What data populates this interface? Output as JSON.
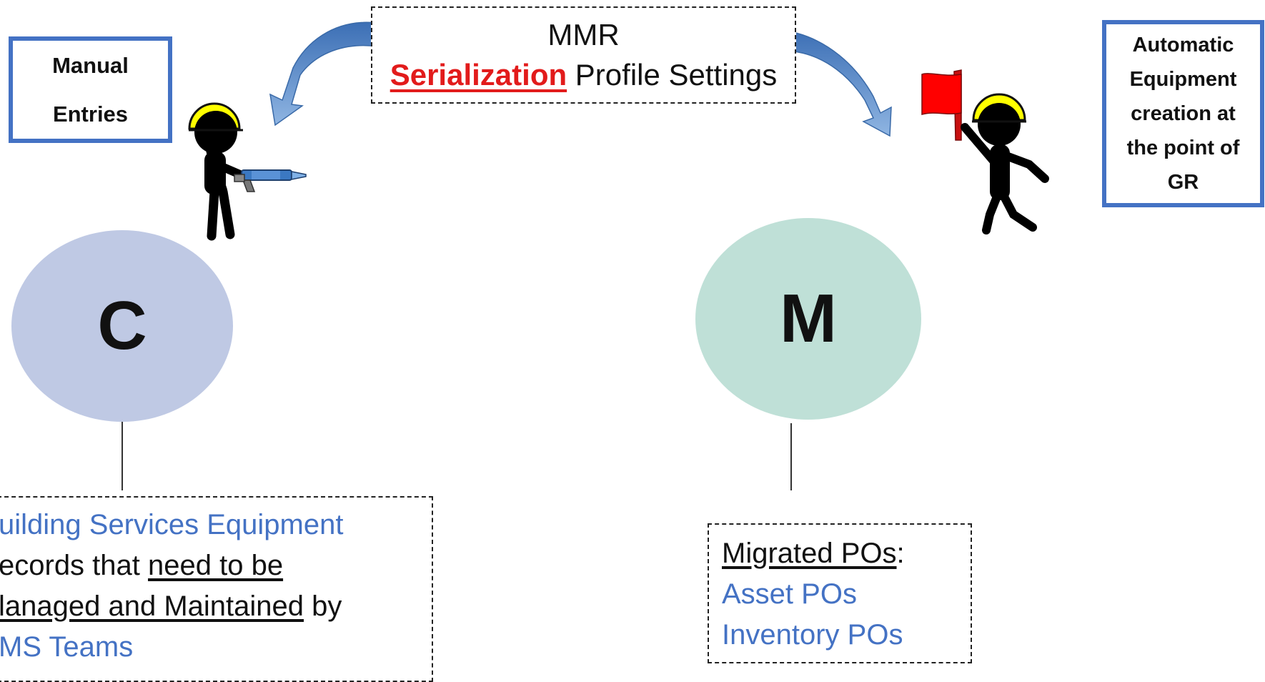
{
  "header": {
    "line1": "MMR",
    "emphasis": "Serialization",
    "rest": " Profile Settings"
  },
  "left_box": {
    "line1": "Manual",
    "line2": "Entries"
  },
  "right_box": {
    "lines": [
      "Automatic",
      "Equipment",
      "creation at",
      "the point of",
      "GR"
    ]
  },
  "circle_left": {
    "label": "C"
  },
  "circle_right": {
    "label": "M"
  },
  "left_note": {
    "line1": "uilding Services Equipment",
    "line2_pre": "ecords that ",
    "line2_u": "need to be",
    "line3_u": "lanaged and Maintained",
    "line3_post": " by",
    "line4": "MS Teams"
  },
  "right_note": {
    "title": "Migrated POs",
    "title_suffix": ":",
    "item1": "Asset POs",
    "item2": "Inventory POs"
  },
  "colors": {
    "accent_blue": "#4472c4",
    "emphasis_red": "#e21b1b",
    "circle_left": "#bfc9e4",
    "circle_right": "#bfe0d7",
    "hardhat": "#ffff00",
    "flag": "#ff0000",
    "arrow": "#4f86c6"
  },
  "icons": {
    "left_figure": "worker-with-caulking-gun-icon",
    "right_figure": "worker-with-flag-icon",
    "arrows": "curved-arrow-icon"
  }
}
